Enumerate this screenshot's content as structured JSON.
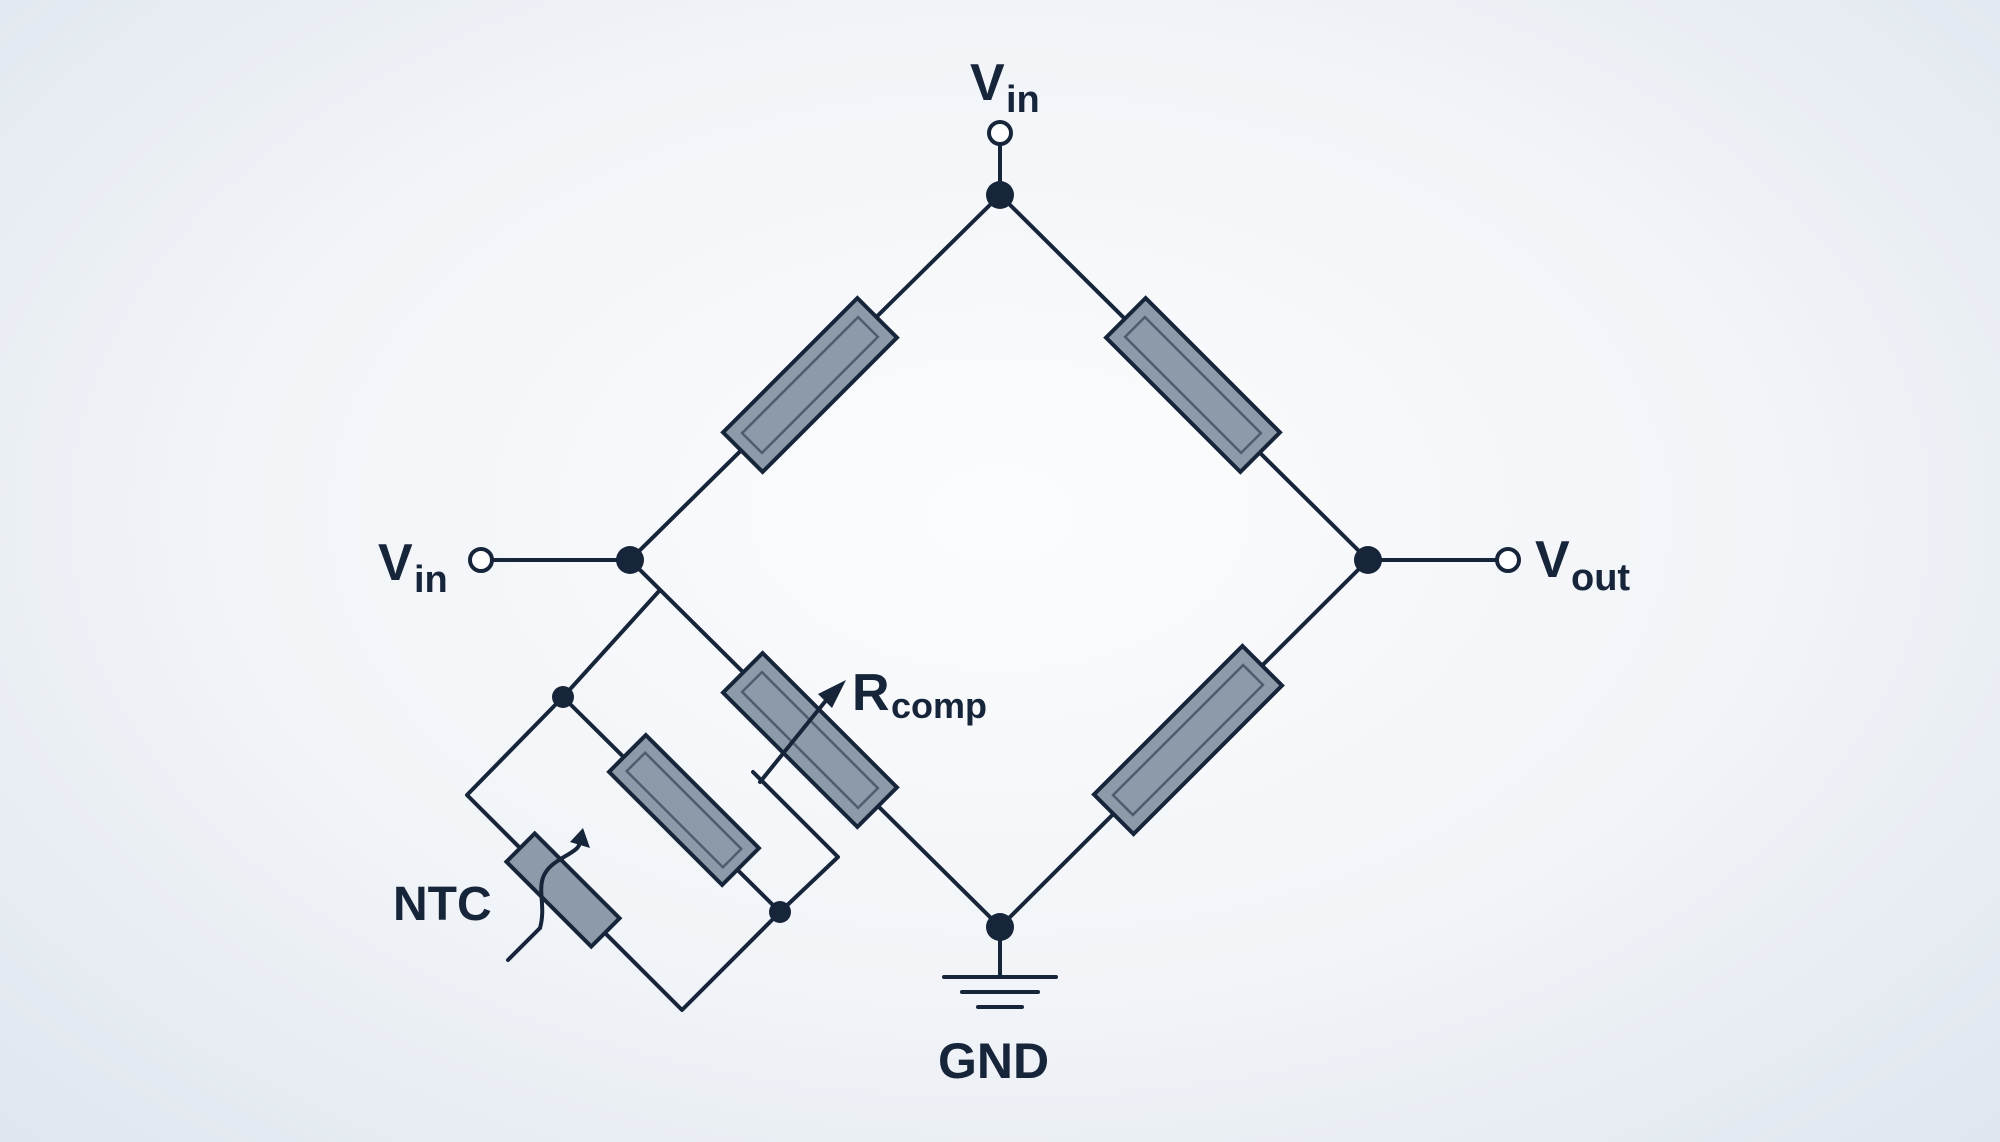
{
  "labels": {
    "vin_top": {
      "main": "V",
      "sub": "in"
    },
    "vin_left": {
      "main": "V",
      "sub": "in"
    },
    "vout": {
      "main": "V",
      "sub": "out"
    },
    "rcomp": {
      "main": "R",
      "sub": "comp"
    },
    "ntc": "NTC",
    "gnd": "GND"
  },
  "colors": {
    "wire": "#17253a",
    "resistor_fill": "#8c9aa9",
    "background": "#f1f4f8"
  }
}
